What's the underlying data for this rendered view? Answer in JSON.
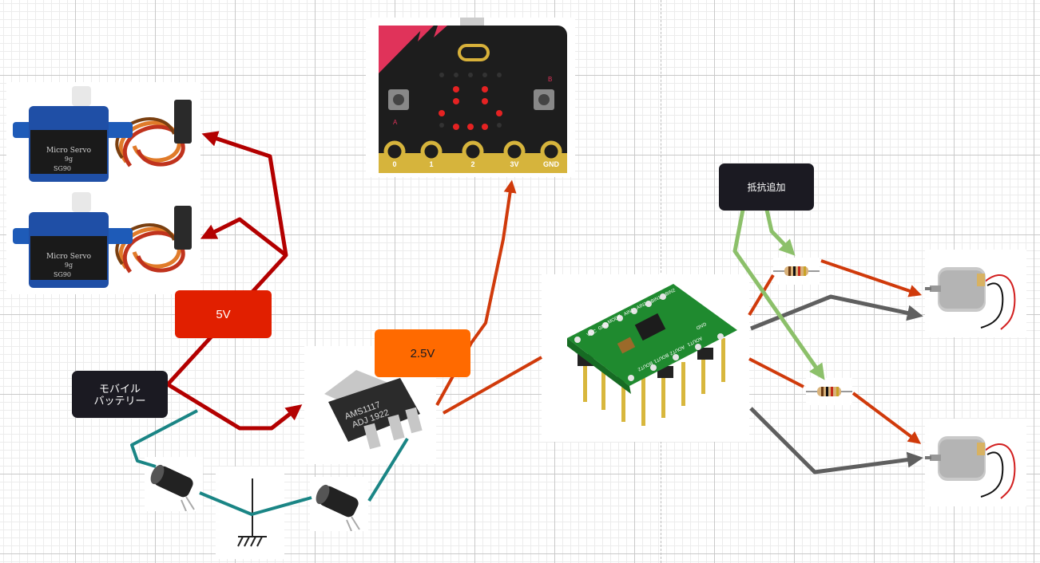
{
  "labels": {
    "five_volt": "5V",
    "two_five_volt": "2.5V",
    "battery": "モバイル\nバッテリー",
    "resistor_note": "抵抗追加"
  },
  "microbit": {
    "pins": [
      "0",
      "1",
      "2",
      "3V",
      "GND"
    ],
    "button_a": "A",
    "button_b": "B"
  },
  "servo": {
    "brand": "Micro Servo",
    "weight": "9g",
    "model": "SG90"
  },
  "regulator": {
    "line1": "AMS1117",
    "line2": "ADJ 1922"
  },
  "driver": {
    "pins_left": [
      "VCC",
      "GND",
      "MODE",
      "AIN1",
      "AIN2",
      "BIN1",
      "BIN2"
    ],
    "pins_right": [
      "GND",
      "AOUT1",
      "AOUT2",
      "BOUT1",
      "BOUT2"
    ]
  },
  "colors": {
    "power_red": "#b30000",
    "signal_orange": "#d03a0b",
    "ground_teal": "#1a8585",
    "motor_gray": "#5f5f5f",
    "note_green": "#8cc06a",
    "label_red": "#e11f00",
    "label_orange": "#ff6a00",
    "label_dark": "#1b1a22"
  }
}
